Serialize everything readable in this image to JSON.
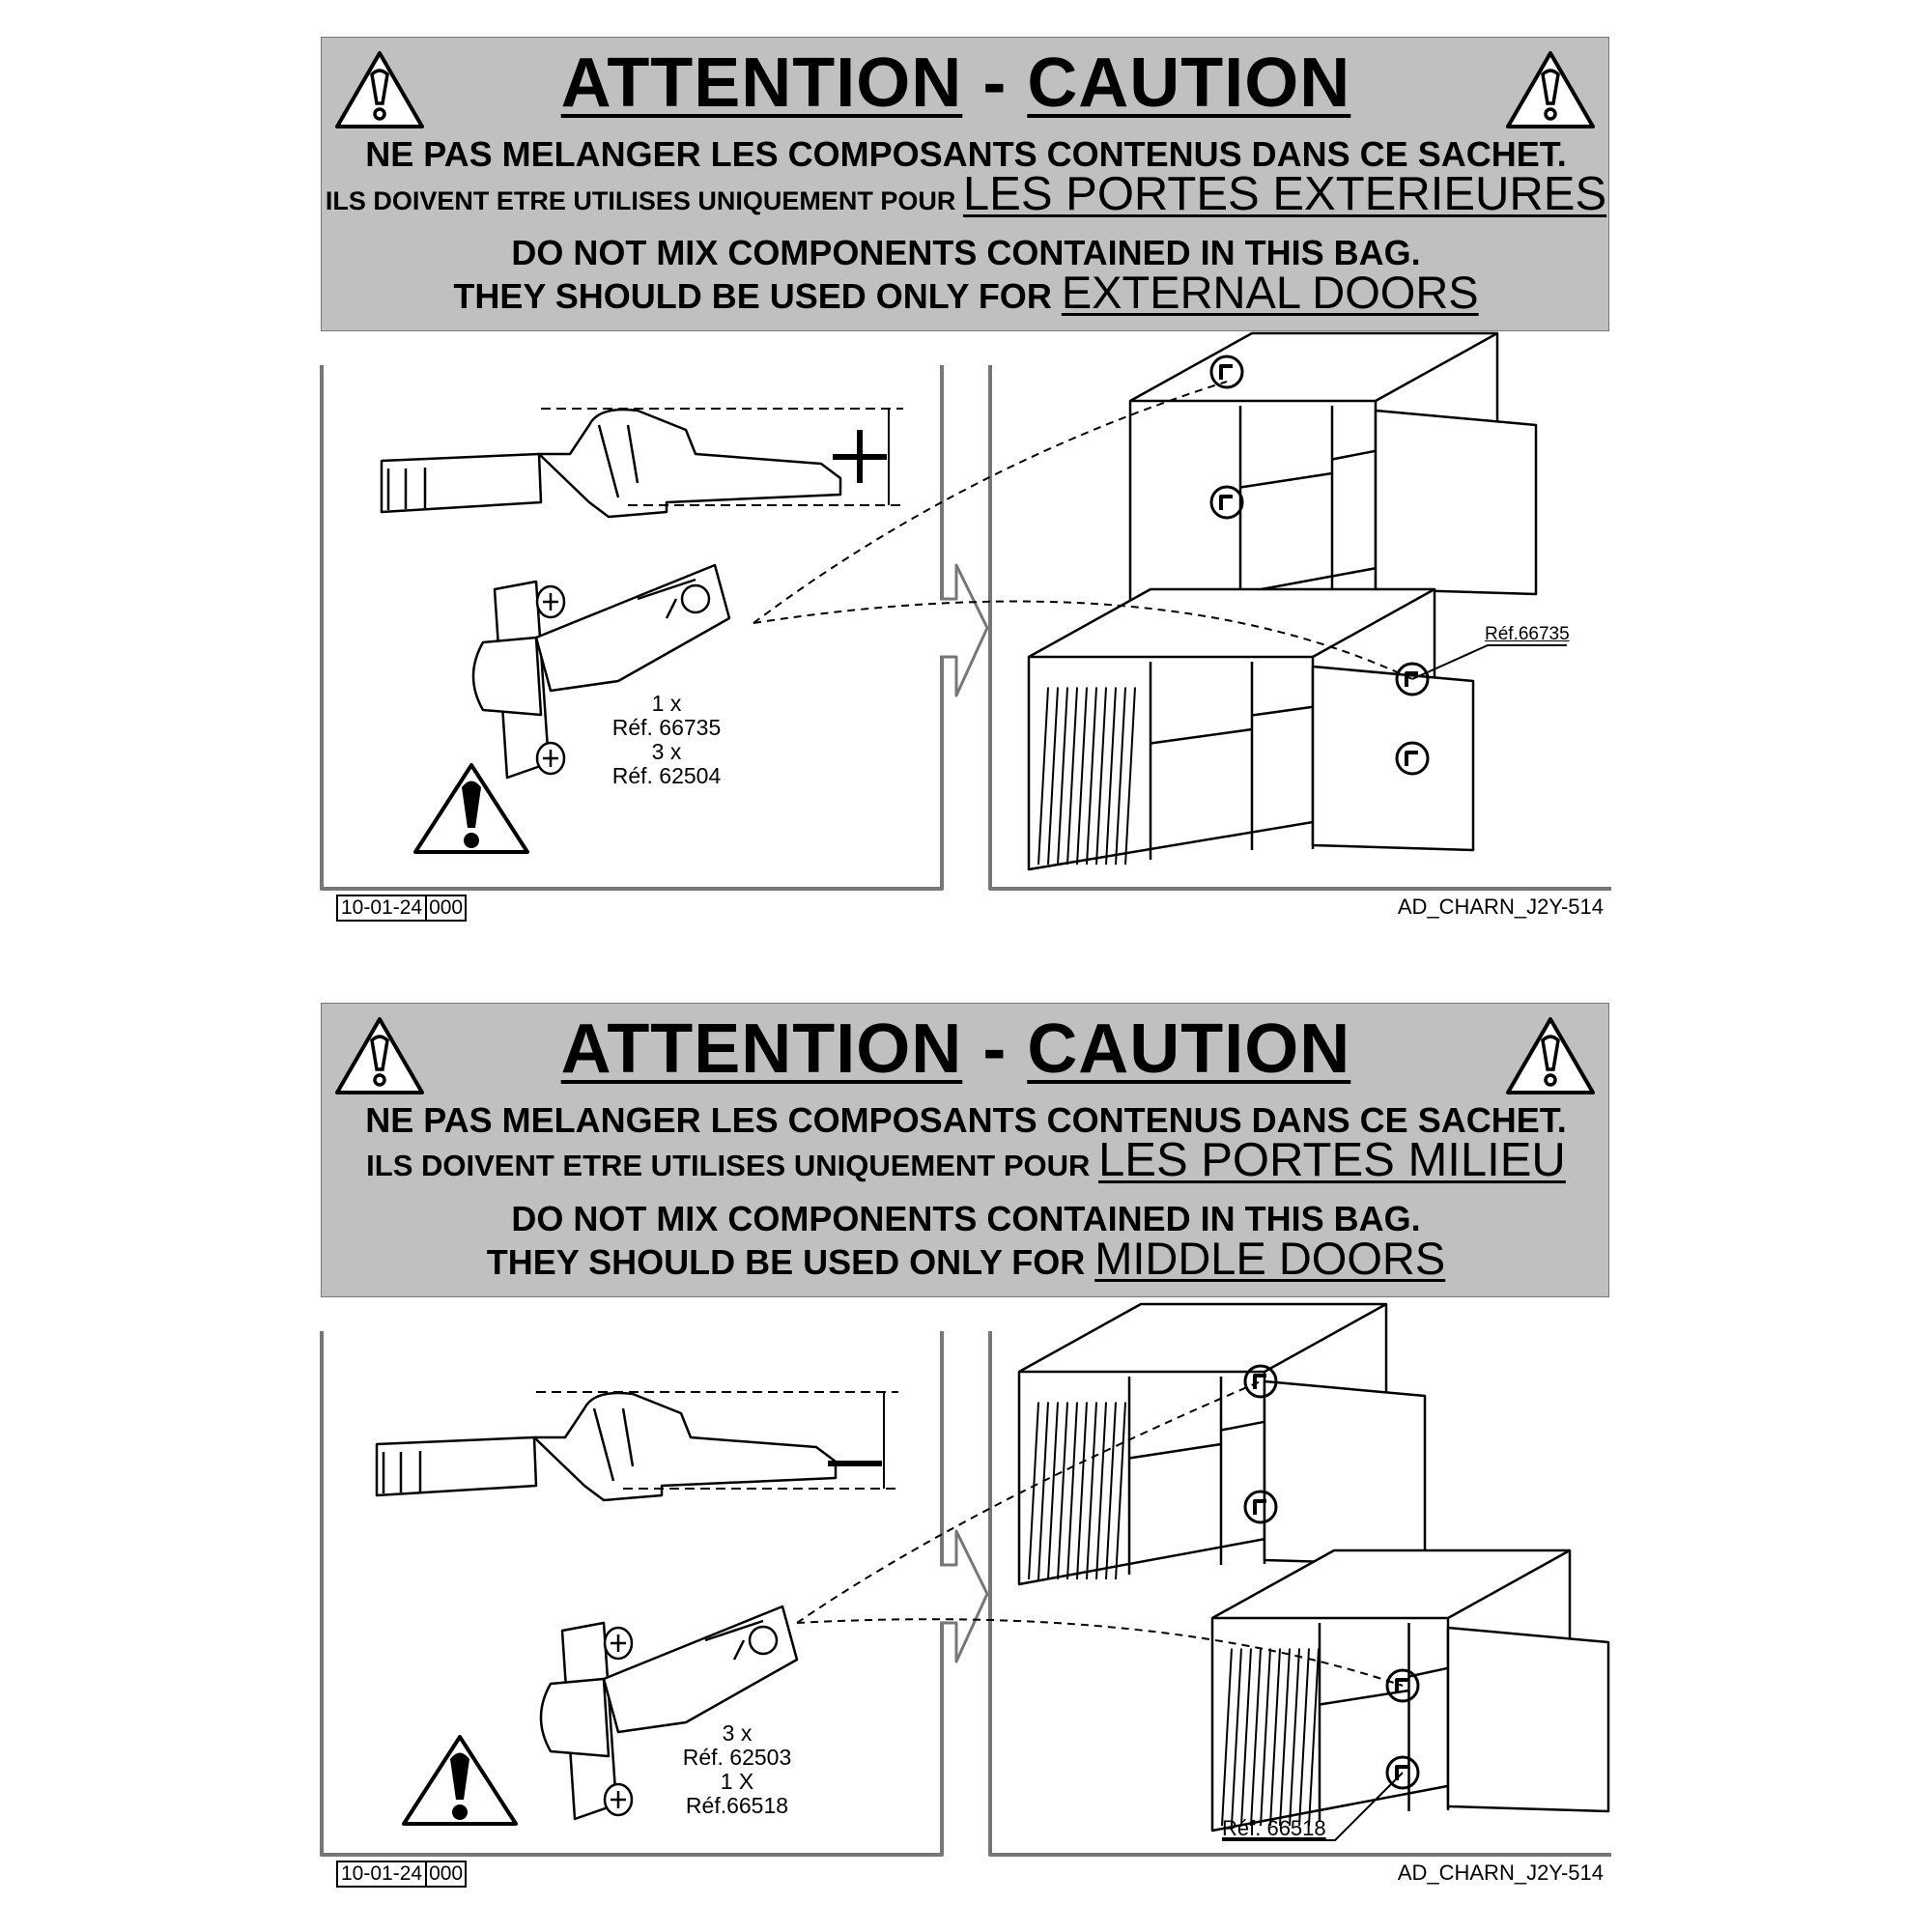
{
  "blocks": [
    {
      "title_left": "ATTENTION",
      "title_sep": "-",
      "title_right": "CAUTION",
      "fr_line1": "NE PAS MELANGER LES COMPOSANTS CONTENUS DANS CE SACHET.",
      "fr_line2_prefix": "ILS DOIVENT ETRE UTILISES UNIQUEMENT POUR",
      "fr_line2_target": "LES PORTES EXTERIEURES",
      "en_line1": "DO NOT MIX COMPONENTS CONTAINED IN THIS BAG.",
      "en_line2_prefix": "THEY SHOULD BE USED ONLY FOR",
      "en_line2_target": "EXTERNAL DOORS",
      "adjust_sign": "+",
      "qty1": "1 x",
      "ref1": "Réf. 66735",
      "qty2": "3 x",
      "ref2": "Réf. 62504",
      "callout_ref": "Réf.66735",
      "date": "10-01-24",
      "rev": "000",
      "doc_code": "AD_CHARN_J2Y-514"
    },
    {
      "title_left": "ATTENTION",
      "title_sep": "-",
      "title_right": "CAUTION",
      "fr_line1": "NE PAS MELANGER LES COMPOSANTS CONTENUS DANS CE SACHET.",
      "fr_line2_prefix": "ILS DOIVENT ETRE UTILISES UNIQUEMENT POUR",
      "fr_line2_target": "LES PORTES MILIEU",
      "en_line1": "DO NOT MIX COMPONENTS CONTAINED IN THIS BAG.",
      "en_line2_prefix": "THEY SHOULD BE USED ONLY FOR",
      "en_line2_target": "MIDDLE DOORS",
      "adjust_sign": "-",
      "qty1": "3 x",
      "ref1": "Réf. 62503",
      "qty2": "1 X",
      "ref2": "Réf.66518",
      "callout_ref": "Réf. 66518",
      "date": "10-01-24",
      "rev": "000",
      "doc_code": "AD_CHARN_J2Y-514"
    }
  ]
}
